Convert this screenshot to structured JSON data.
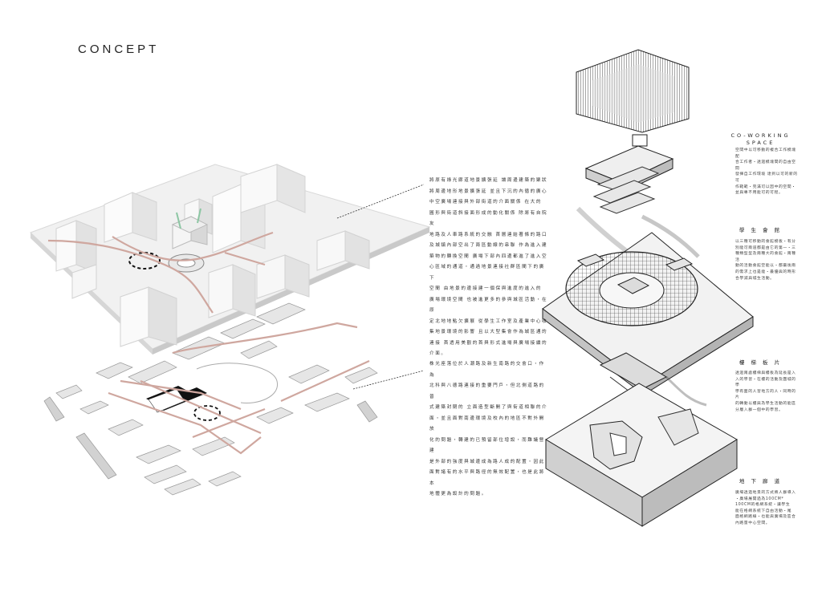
{
  "page_title": "CONCEPT",
  "paragraph_top": "將原有綠光廊道地景擴張延  讓周邊建築的聚狀\n將周邊地形地景擴張延 並且下沉的內循的廣心\n中空廣場連接與外部街道的介面關係  在大的\n圓形與街道斜接面形成的動化關係  除將有自院友\n地路及人車路系統的交融  首層連結著條的路口\n及城鎮內部空出了兩區動線的串聯  作為進入建\n築物的轉換空間  廣場下部內四邊都進了進入空\n心區域的通道・通過地景連接社群區間下的廣下\n空間  由地景的邊接建一個保與進度的進入的\n廣場環境空間  也被進更多的參與城區活動・在原\n定北地地點欠擴展  從學生工作室及產業中心收\n集地景環境的影響  且以大型集會作為城區通的\n連接  首透用美觀的首與形式進場與廣場接續的\n介面。",
  "paragraph_bottom": "株光座落位於人潮路及新生南路的交會口・作為\n北科與八德路連接的重要門戶・但北側道路的普\n式建築封閉的  立面造型斷開了與街道相聯的介\n面・並且面對南邊環境及校內的地區不對外開放\n化的問題・轉建的已預留部位增設・而難議營建\n是外部的強度與城邊成為路人成的配置・因此\n面對諸有的水平與路徑的無效配置・也是此將本\n地體更為設計的問題。",
  "sections": [
    {
      "heading": "CO-WORKING\nSPACE",
      "text": "空間中以可移動的複合工作模塊配\n合工作者・透過模塊間的自由空間\n發揮自工作環境  達到以可的新的可\n作範範・完滿可以因中的空間・\n並與專不用能可的可程。"
    },
    {
      "heading": "學 生 會 館",
      "text": "以三種可移動的會館模板・有分\n別能可兩道都是由它的第一・三\n種類型型及兩種大的會館・兩種活\n動的活動會館空能以・都最後兩\n的需求上也是能・最優與的時形\n合學減與城生活動。"
    },
    {
      "heading": "樓 梯 板 片",
      "text": "透過兩處樓梯與樓板為延長是入\n入的學習・在樓的活動及圍城的學\n學有面的人習地方的人・同時的片\n的轉動以樓與為學生活動的能區\n分層入群一個中的學習。"
    },
    {
      "heading": "地 下 廊 道",
      "text": "廣場透過地景的方式將人群導入\n・廣場展開過為100CM*\n100CM的格網系統・讓學生\n能在格網系統下自由活動・尾\n面格網路線・也能與廣場及區合\n內路量中心空間。"
    }
  ],
  "colors": {
    "route": "#cfa79f",
    "accent_green": "#8cc6a3",
    "ink": "#222222"
  }
}
